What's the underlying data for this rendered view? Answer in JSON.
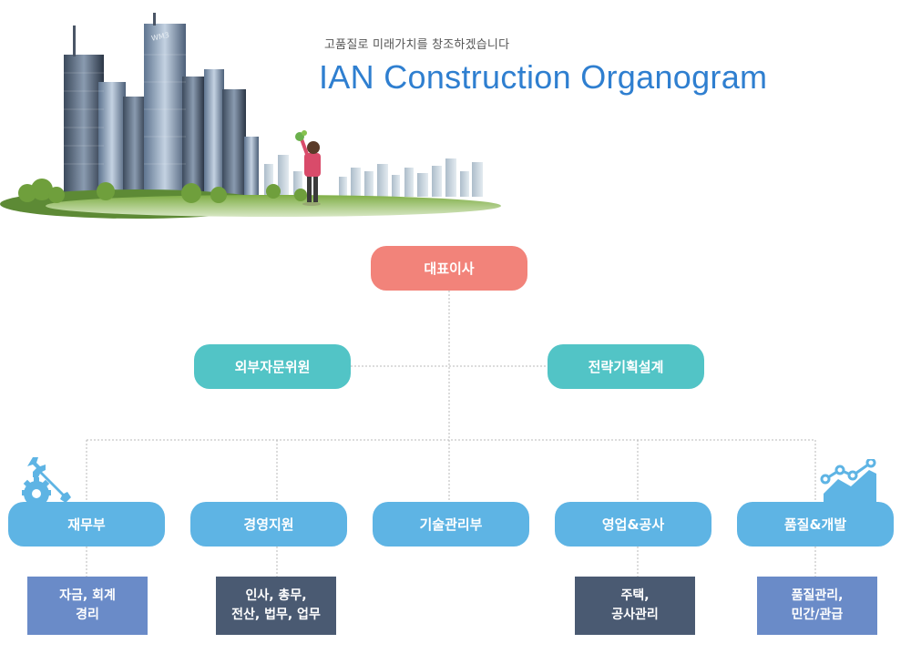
{
  "header": {
    "tagline": "고품질로 미래가치를 창조하겠습니다",
    "title": "IAN Construction Organogram"
  },
  "hero": {
    "illustration": "city-skyline-with-child-illustration"
  },
  "org": {
    "ceo": "대표이사",
    "advisors": "외부자문위원",
    "strategy": "전략기획설계",
    "departments": [
      {
        "label": "재무부",
        "icon": "gear-wrench-icon",
        "sub": [
          "자금, 회계",
          "경리"
        ]
      },
      {
        "label": "경영지원",
        "sub": [
          "인사, 총무,",
          "전산, 법무, 업무"
        ]
      },
      {
        "label": "기술관리부"
      },
      {
        "label": "영업&공사",
        "sub": [
          "주택,",
          "공사관리"
        ]
      },
      {
        "label": "품질&개발",
        "icon": "trend-chart-icon",
        "sub": [
          "품질관리,",
          "민간/관급"
        ]
      }
    ]
  },
  "colors": {
    "title": "#2f7fd0",
    "ceo": "#f2837a",
    "staff": "#52c4c6",
    "department": "#5eb4e4",
    "sub_light": "#6a8bc8",
    "sub_dark": "#4a5a72",
    "connector": "#b8b8b8"
  }
}
